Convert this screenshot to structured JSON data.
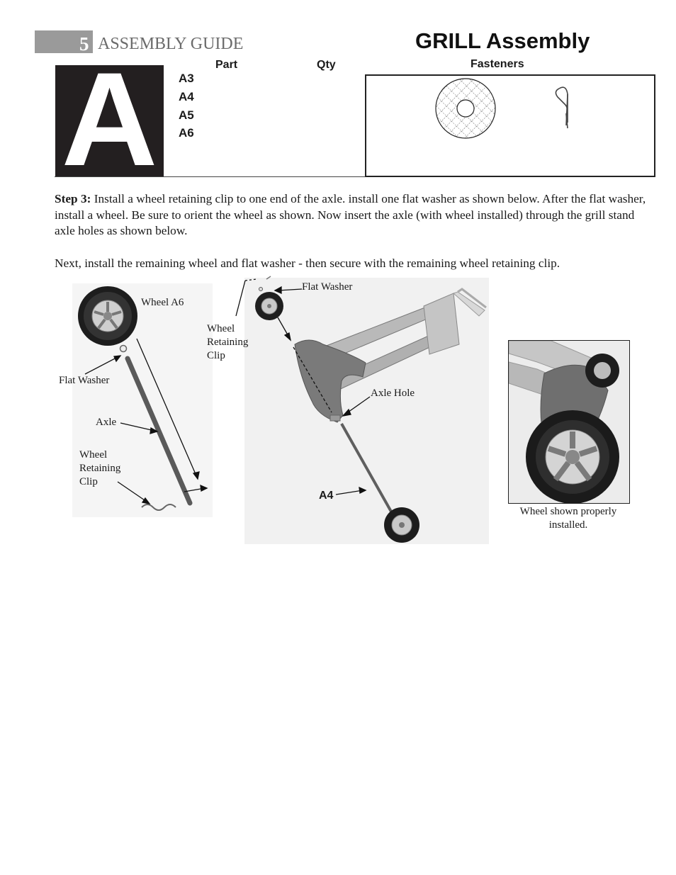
{
  "header": {
    "page_number": "5",
    "guide_title": "ASSEMBLY GUIDE",
    "section_title": "GRILL  Assembly"
  },
  "step_letter": "A",
  "parts_table": {
    "col_part": "Part",
    "col_qty": "Qty",
    "col_fasteners": "Fasteners",
    "parts": [
      "A3",
      "A4",
      "A5",
      "A6"
    ]
  },
  "fasteners": [
    {
      "icon": "flat-washer-icon"
    },
    {
      "icon": "retaining-clip-icon"
    }
  ],
  "instructions": {
    "step_label": "Step 3:",
    "step_text": " Install a wheel retaining clip to one end of the axle. install one flat washer as shown below. After the flat washer, install a wheel. Be sure to orient the wheel as shown. Now insert the axle (with wheel installed)  through the grill stand axle holes as shown below.",
    "next_text": "Next, install the remaining wheel and flat washer - then secure with the remaining wheel retaining clip."
  },
  "diagram_left": {
    "wheel": "Wheel A6",
    "washer": "Flat Washer",
    "axle": "Axle",
    "clip_lines": [
      "Wheel",
      "Retaining",
      "Clip"
    ]
  },
  "diagram_center": {
    "washer": "Flat Washer",
    "clip_lines": [
      "Wheel",
      "Retaining",
      "Clip"
    ],
    "axle_hole": "Axle Hole",
    "axle_part": "A4"
  },
  "detail": {
    "caption_lines": [
      "Wheel shown properly",
      "installed."
    ]
  },
  "colors": {
    "badge": "#9a9a9a",
    "letter_bg": "#231f20",
    "stand": "#6e6e6e"
  }
}
